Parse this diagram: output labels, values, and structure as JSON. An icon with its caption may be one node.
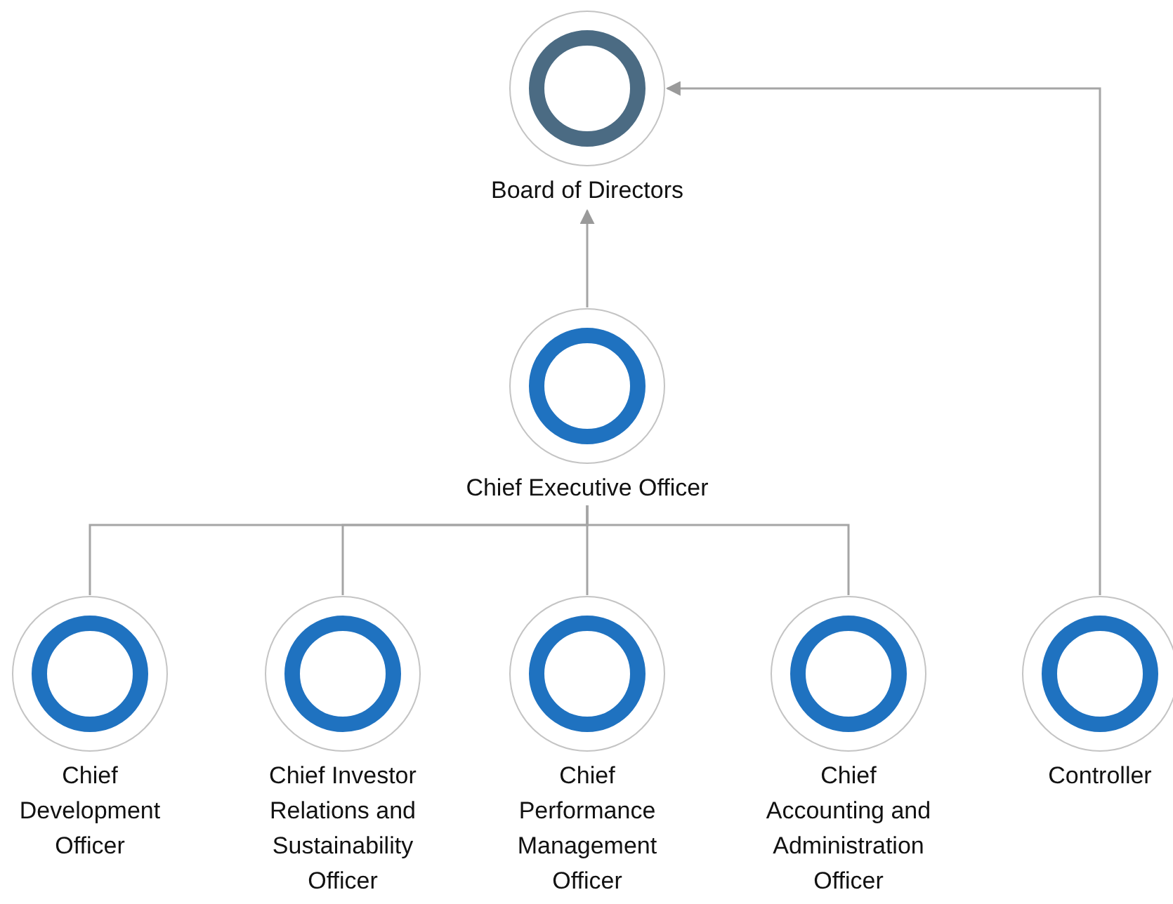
{
  "diagram": {
    "nodes": [
      {
        "text": [
          "Board of Directors"
        ]
      },
      {
        "text": [
          "Chief Executive Officer"
        ]
      },
      {
        "text": [
          "Chief Development Officer"
        ]
      },
      {
        "text": [
          "Chief Investor Relations and Sustainability Officer"
        ]
      },
      {
        "text": [
          "Chief Performance Management Officer"
        ]
      },
      {
        "text": [
          "Chief Accounting and Administration Officer"
        ]
      },
      {
        "text": [
          "Controller"
        ]
      }
    ],
    "edges": [
      {
        "from": 1,
        "to": 0,
        "arrow": "to"
      },
      {
        "from": 6,
        "to": 0,
        "arrow": "to"
      },
      {
        "from": 1,
        "to": 2,
        "arrow": "none"
      },
      {
        "from": 1,
        "to": 3,
        "arrow": "none"
      },
      {
        "from": 1,
        "to": 4,
        "arrow": "none"
      },
      {
        "from": 1,
        "to": 5,
        "arrow": "none"
      }
    ]
  }
}
